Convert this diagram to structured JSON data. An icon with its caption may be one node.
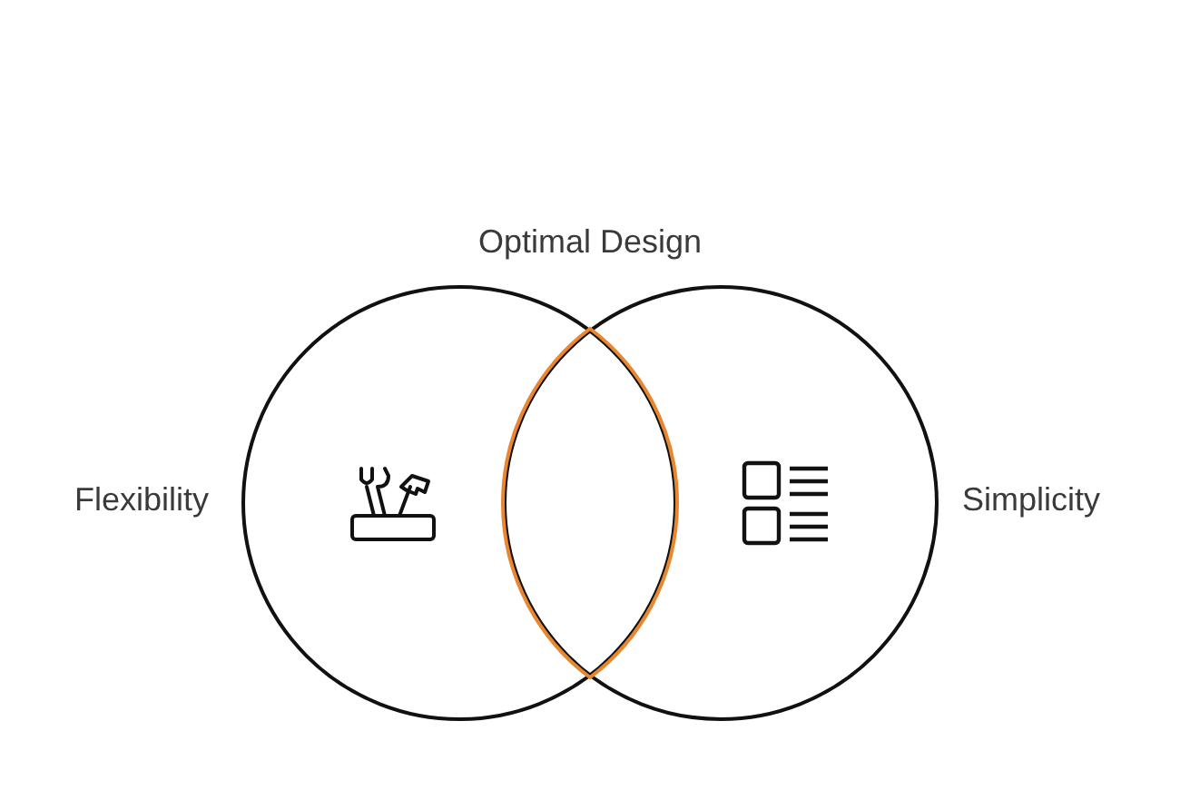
{
  "diagram": {
    "nodes": [
      {
        "text": [
          "Flexibility"
        ]
      },
      {
        "text": [
          "Simplicity"
        ]
      },
      {
        "text": [
          "Optimal Design"
        ]
      }
    ]
  }
}
